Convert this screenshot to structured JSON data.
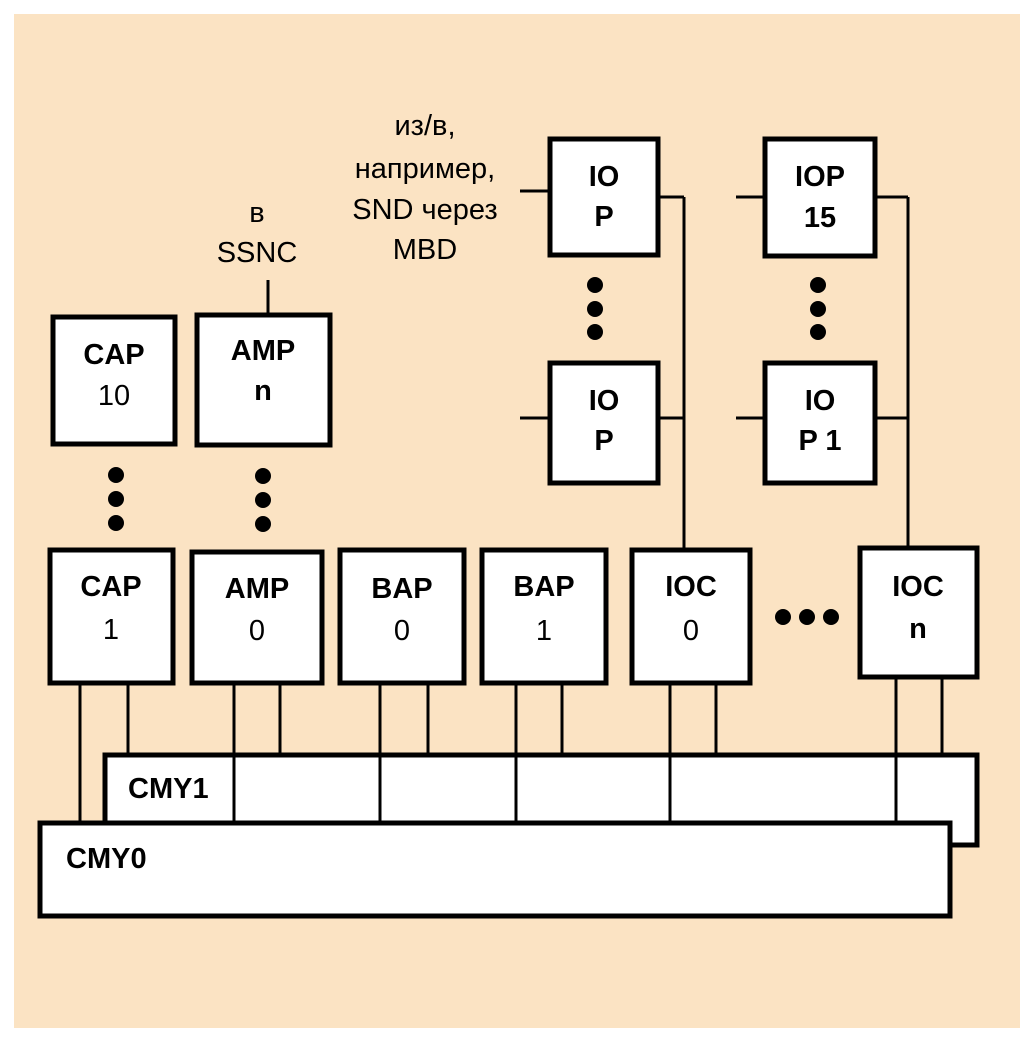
{
  "colors": {
    "background": "#fbe3c3",
    "box_fill": "#ffffff",
    "stroke": "#000000"
  },
  "buses": {
    "cmy0": "CMY0",
    "cmy1": "CMY1"
  },
  "units": {
    "cap10": {
      "l1": "CAP",
      "l2": "10"
    },
    "amp_n": {
      "l1": "AMP",
      "l2": "n"
    },
    "cap1": {
      "l1": "CAP",
      "l2": "1"
    },
    "amp0": {
      "l1": "AMP",
      "l2": "0"
    },
    "bap0": {
      "l1": "BAP",
      "l2": "0"
    },
    "bap1": {
      "l1": "BAP",
      "l2": "1"
    },
    "ioc0": {
      "l1": "IOC",
      "l2": "0"
    },
    "ioc_n": {
      "l1": "IOC",
      "l2": "n"
    },
    "iop_top_a": {
      "l1": "IO",
      "l2": "P"
    },
    "iop_bot_a": {
      "l1": "IO",
      "l2": "P"
    },
    "iop15": {
      "l1": "IOP",
      "l2": "15"
    },
    "iop1": {
      "l1": "IO",
      "l2": "P 1"
    }
  },
  "notes": {
    "ssnc": [
      "в",
      "SSNC"
    ],
    "io_example": [
      "из/в,",
      "например,",
      "SND через",
      "MBD"
    ]
  }
}
